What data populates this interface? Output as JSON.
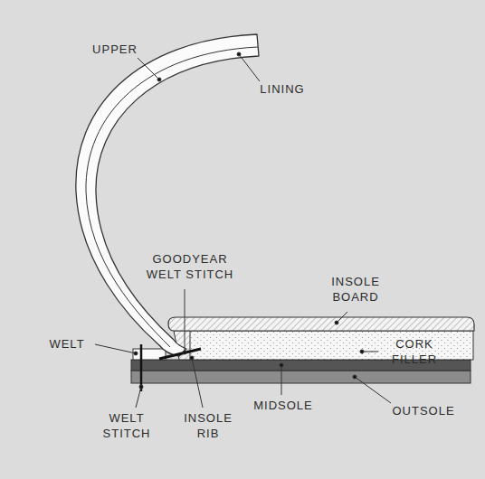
{
  "diagram": {
    "labels": [
      "UPPER",
      "LINING",
      "GOODYEAR WELT STITCH",
      "INSOLE BOARD",
      "WELT",
      "CORK FILLER",
      "MIDSOLE",
      "OUTSOLE",
      "WELT STITCH",
      "INSOLE RIB"
    ]
  }
}
